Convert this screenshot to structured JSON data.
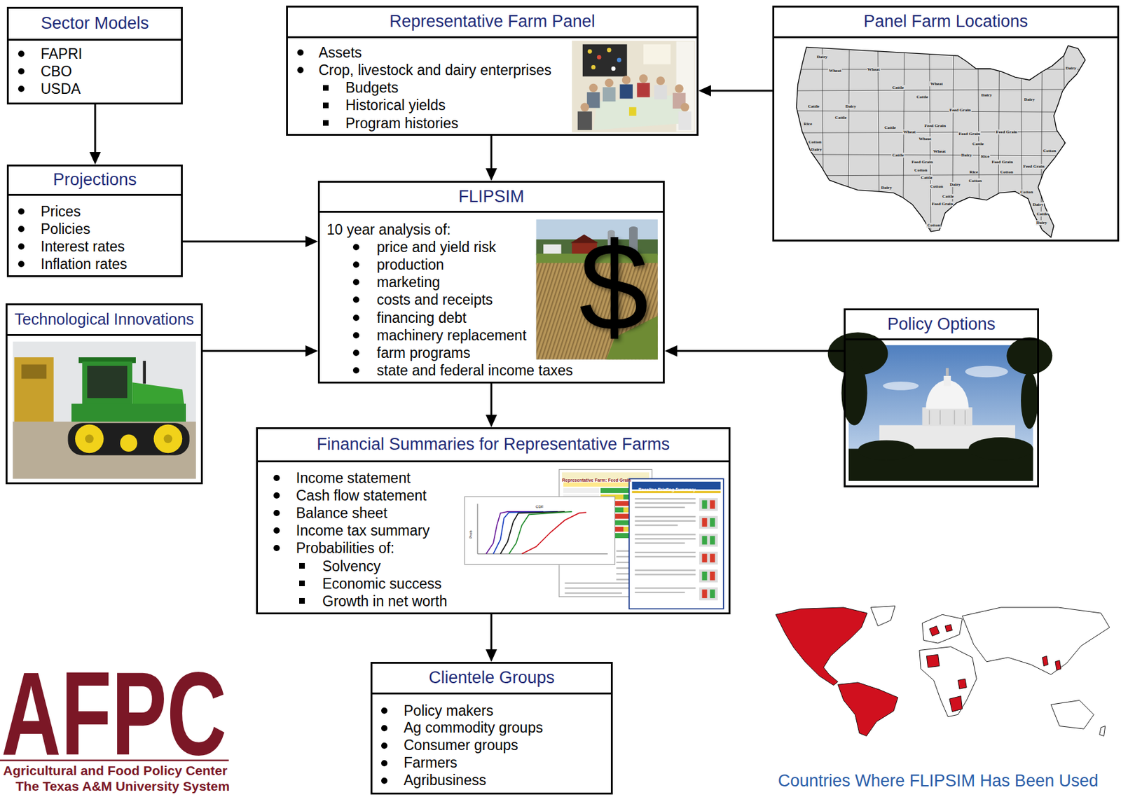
{
  "diagram": {
    "nodes": [
      {
        "text": [
          "Sector Models",
          "FAPRI",
          "CBO",
          "USDA"
        ]
      },
      {
        "text": [
          "Representative Farm Panel",
          "Assets",
          "Crop, livestock and dairy enterprises",
          "Budgets",
          "Historical yields",
          "Program histories"
        ]
      },
      {
        "text": [
          "Panel Farm Locations"
        ]
      },
      {
        "text": [
          "Projections",
          "Prices",
          "Policies",
          "Interest rates",
          "Inflation rates"
        ]
      },
      {
        "text": [
          "FLIPSIM",
          "10 year analysis of:",
          "price and yield risk",
          "production",
          "marketing",
          "costs and receipts",
          "financing debt",
          "machinery replacement",
          "farm programs",
          "state and federal income taxes"
        ]
      },
      {
        "text": [
          "Technological Innovations"
        ]
      },
      {
        "text": [
          "Policy Options"
        ]
      },
      {
        "text": [
          "Financial Summaries for Representative Farms",
          "Income statement",
          "Cash flow statement",
          "Balance sheet",
          "Income tax summary",
          "Probabilities of:",
          "Solvency",
          "Economic success",
          "Growth in net worth"
        ]
      },
      {
        "text": [
          "Clientele Groups",
          "Policy makers",
          "Ag commodity groups",
          "Consumer groups",
          "Farmers",
          "Agribusiness"
        ]
      }
    ],
    "edges": [
      {
        "from": 0,
        "to": 3,
        "arrow": "to"
      },
      {
        "from": 2,
        "to": 1,
        "arrow": "to"
      },
      {
        "from": 1,
        "to": 4,
        "arrow": "to"
      },
      {
        "from": 3,
        "to": 4,
        "arrow": "to"
      },
      {
        "from": 5,
        "to": 4,
        "arrow": "to"
      },
      {
        "from": 6,
        "to": 4,
        "arrow": "to"
      },
      {
        "from": 4,
        "to": 7,
        "arrow": "to"
      },
      {
        "from": 7,
        "to": 8,
        "arrow": "to"
      }
    ],
    "labels": [
      "$",
      "AFPC",
      "Agricultural and Food Policy Center",
      "The Texas A&M University System",
      "CDF",
      "Prob",
      "Representative Farm: Feed Grain",
      "Baseline Briefing Summary",
      "Dairy",
      "Wheat",
      "Wheat",
      "Wheat",
      "Cattle",
      "Cattle",
      "Dairy",
      "Dairy",
      "Dairy",
      "Cattle",
      "Dairy",
      "Cattle",
      "Rice",
      "Cotton",
      "Dairy",
      "Feed Grain",
      "Cattle",
      "Wheat",
      "Feed Grain",
      "Wheat",
      "Feed Grain",
      "Feed Grain",
      "Cattle",
      "Dairy",
      "Rice",
      "Wheat",
      "Cattle",
      "Feed Grain",
      "Cotton",
      "Dairy",
      "Cattle",
      "Cotton",
      "Dairy",
      "Rice",
      "Cotton",
      "Feed Grain",
      "Cotton",
      "Cotton",
      "Feed Grain",
      "Cotton",
      "Dairy",
      "Cattle",
      "Dairy",
      "Cattle",
      "Feed Grain",
      "Cotton",
      "Countries Where FLIPSIM Has Been Used"
    ]
  }
}
